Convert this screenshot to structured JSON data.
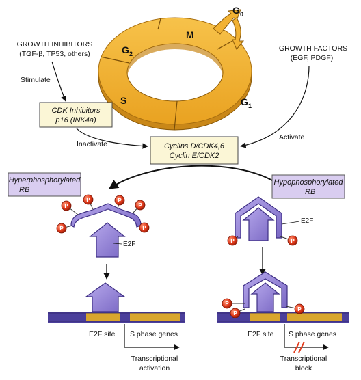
{
  "cycle": {
    "g0": "G",
    "g0_sub": "0",
    "m": "M",
    "g2": "G",
    "g2_sub": "2",
    "s": "S",
    "g1": "G",
    "g1_sub": "1"
  },
  "inhibitors": {
    "title": "GROWTH INHIBITORS",
    "examples": "(TGF-β, TP53, others)",
    "action": "Stimulate"
  },
  "factors": {
    "title": "GROWTH FACTORS",
    "examples": "(EGF, PDGF)",
    "action": "Activate"
  },
  "cdk_inhibitors": {
    "line1": "CDK Inhibitors",
    "line2": "p16 (INK4a)",
    "action": "Inactivate"
  },
  "cyclins": {
    "line1": "Cyclins D/CDK4,6",
    "line2": "Cyclin E/CDK2"
  },
  "left_panel": {
    "box_line1": "Hyperphosphorylated",
    "box_line2": "RB",
    "e2f": "E2F",
    "site": "E2F site",
    "genes": "S phase genes",
    "outcome_line1": "Transcriptional",
    "outcome_line2": "activation"
  },
  "right_panel": {
    "box_line1": "Hypophosphorylated",
    "box_line2": "RB",
    "e2f": "E2F",
    "site": "E2F site",
    "genes": "S phase genes",
    "outcome_line1": "Transcriptional",
    "outcome_line2": "block"
  },
  "phosphate_label": "P",
  "colors": {
    "cycle_ring": "#f2b233",
    "cycle_edge": "#b97d12",
    "box_fill": "#fbf6d6",
    "rb_box_fill": "#d9cdf0",
    "protein": "#9a8ad8",
    "protein_dark": "#4a3a8a",
    "phosphate": "#e23b1c",
    "dna_blue": "#4b3f9b",
    "dna_gold": "#d9a62e"
  }
}
